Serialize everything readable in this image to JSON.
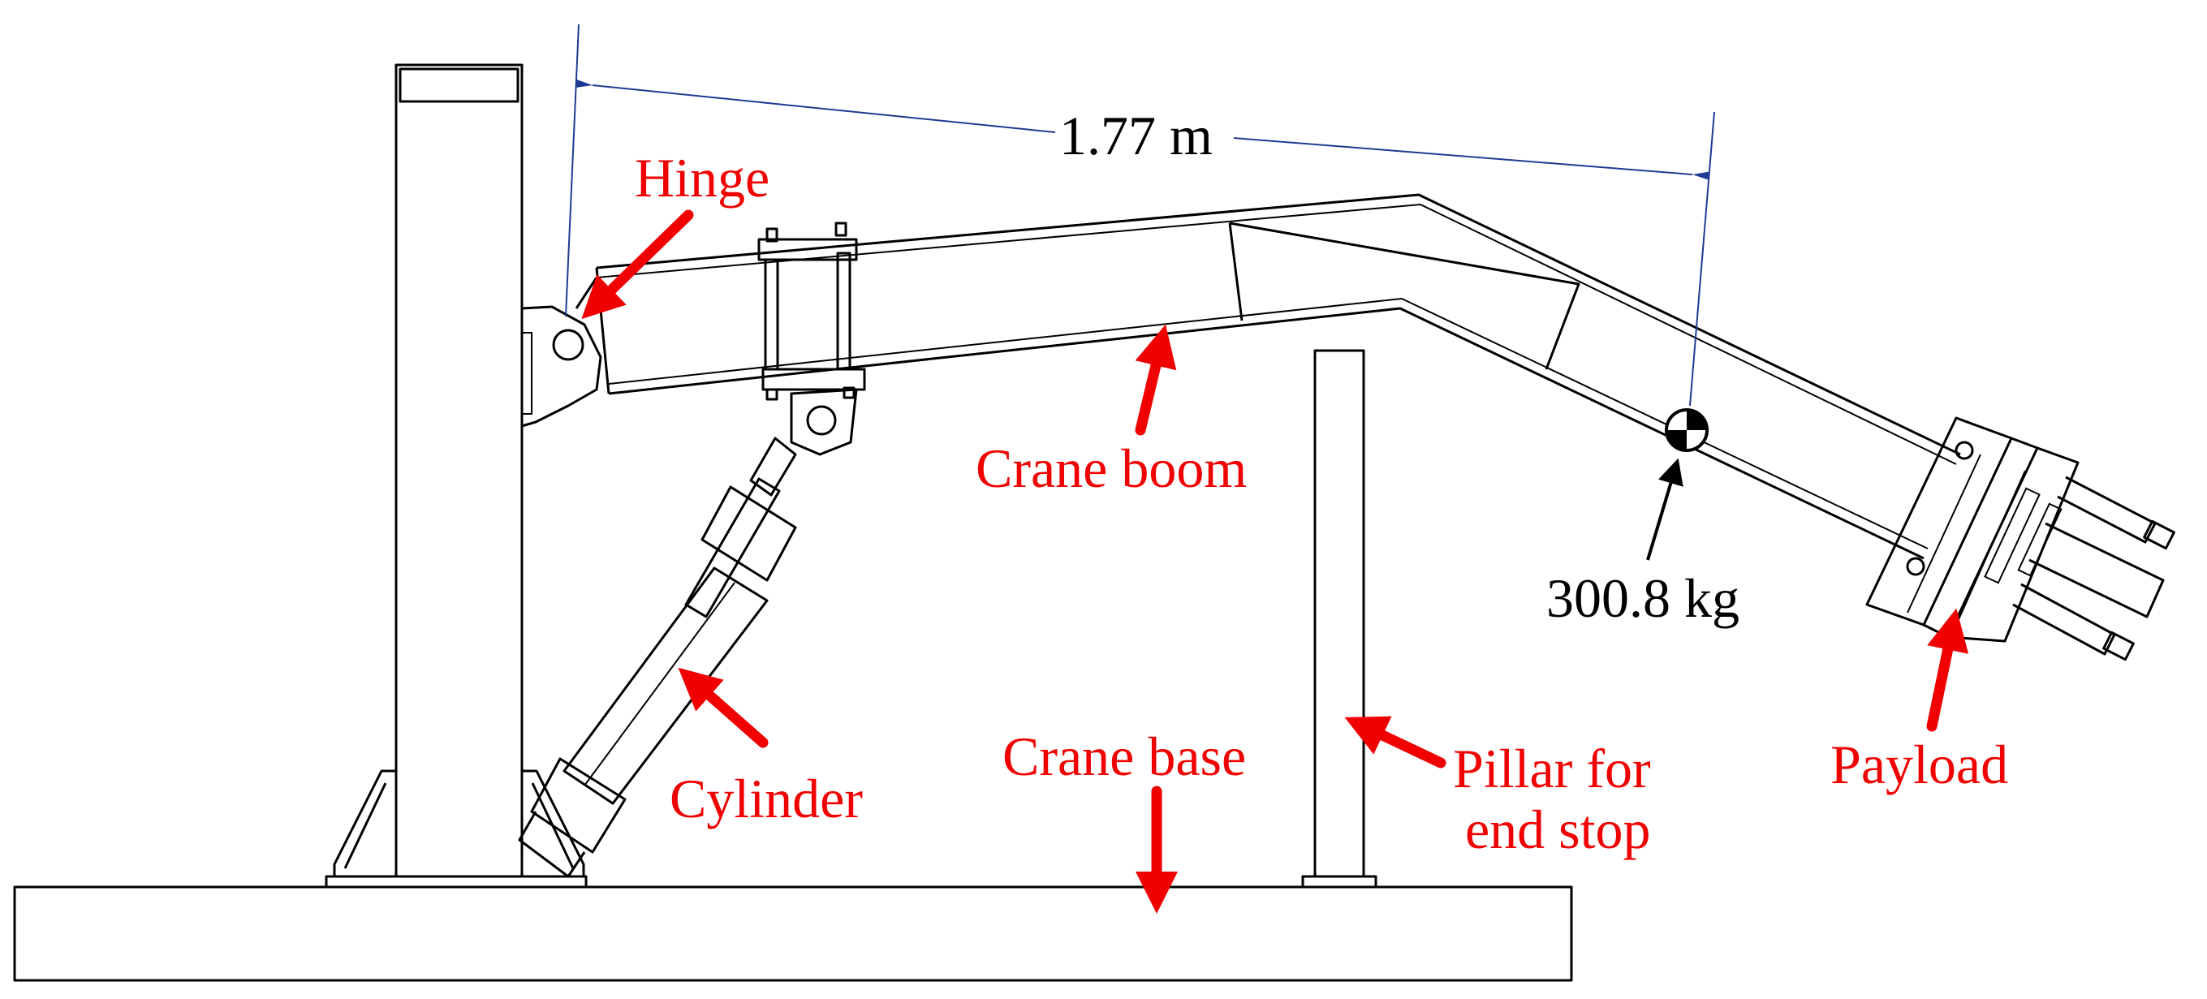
{
  "dimension": {
    "length": "1.77 m"
  },
  "mass": {
    "value": "300.8 kg"
  },
  "labels": {
    "hinge": "Hinge",
    "crane_boom": "Crane boom",
    "cylinder": "Cylinder",
    "crane_base": "Crane base",
    "pillar_line1": "Pillar for",
    "pillar_line2": "end stop",
    "payload": "Payload"
  },
  "colors": {
    "label_color": "#f00000",
    "line_color": "#000000",
    "dimension_color": "#1f3a93"
  }
}
